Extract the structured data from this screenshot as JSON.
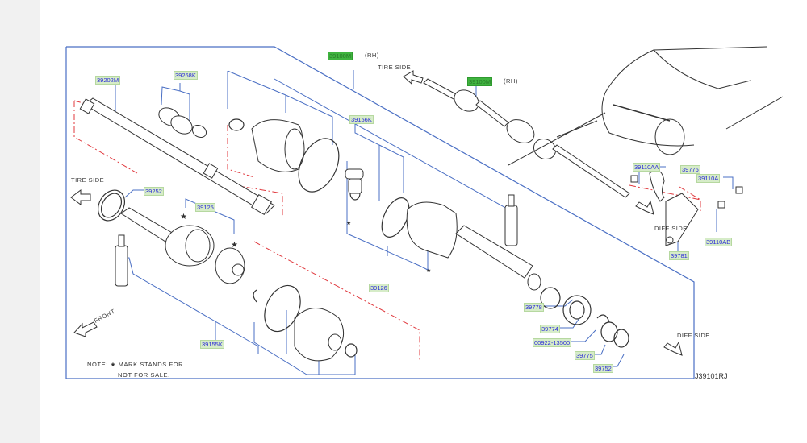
{
  "diagram": {
    "title_code": "J39101RJ",
    "note_line1": "NOTE:  ★ MARK  STANDS  FOR",
    "note_line2": "NOT  FOR  SALE.",
    "directions": {
      "tire_side_top": "TIRE  SIDE",
      "tire_side_left": "TIRE  SIDE",
      "diff_side_bracket": "DIFF  SIDE",
      "diff_side_bottom": "DIFF  SIDE",
      "front": "FRONT"
    },
    "rh_suffix": "(RH)",
    "parts": [
      {
        "id": "39100M_main",
        "number": "39100M",
        "highlighted": true
      },
      {
        "id": "39100M_car",
        "number": "39100M",
        "highlighted": true
      },
      {
        "id": "39202M",
        "number": "39202M",
        "highlighted": false
      },
      {
        "id": "39268K",
        "number": "39268K",
        "highlighted": false
      },
      {
        "id": "39156K",
        "number": "39156K",
        "highlighted": false
      },
      {
        "id": "39252",
        "number": "39252",
        "highlighted": false
      },
      {
        "id": "39125",
        "number": "39125",
        "highlighted": false
      },
      {
        "id": "39126",
        "number": "39126",
        "highlighted": false
      },
      {
        "id": "39155K",
        "number": "39155K",
        "highlighted": false
      },
      {
        "id": "39778",
        "number": "39778",
        "highlighted": false
      },
      {
        "id": "39774",
        "number": "39774",
        "highlighted": false
      },
      {
        "id": "00922-13500",
        "number": "00922-13500",
        "highlighted": false
      },
      {
        "id": "39775",
        "number": "39775",
        "highlighted": false
      },
      {
        "id": "39752",
        "number": "39752",
        "highlighted": false
      },
      {
        "id": "39110AA",
        "number": "39110AA",
        "highlighted": false
      },
      {
        "id": "39776",
        "number": "39776",
        "highlighted": false
      },
      {
        "id": "39110A",
        "number": "39110A",
        "highlighted": false
      },
      {
        "id": "39110AB",
        "number": "39110AB",
        "highlighted": false
      },
      {
        "id": "39781",
        "number": "39781",
        "highlighted": false
      }
    ],
    "colors": {
      "leader": "#4a6fc4",
      "phantom": "#e0393e",
      "label_bg": "#d6ecc8",
      "label_text": "#2a2ad8",
      "highlight_bg": "#3fb33f",
      "line_art": "#333333"
    }
  }
}
